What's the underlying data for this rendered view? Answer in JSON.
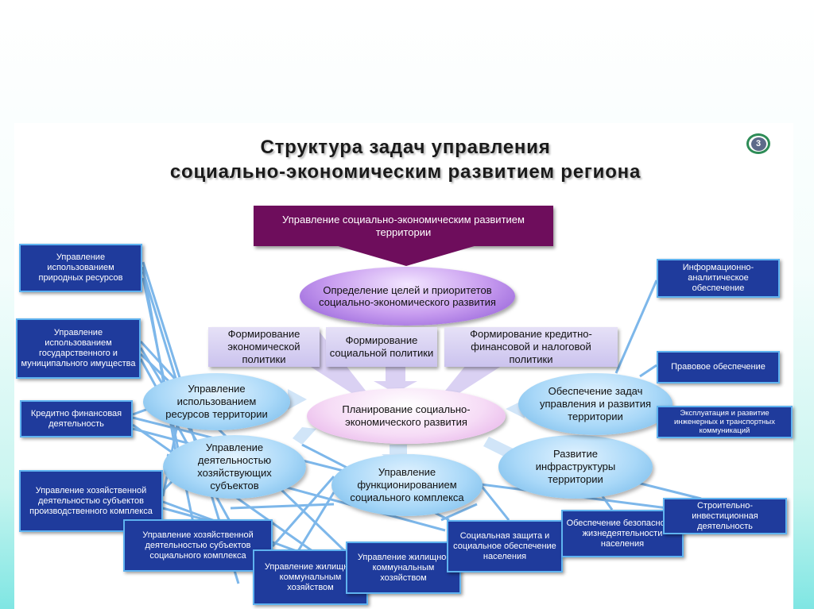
{
  "title": {
    "line1": "Структура  задач  управления",
    "line2": "социально-экономическим развитием региона"
  },
  "slide_number": "3",
  "nodes": {
    "top": "Управление социально-экономическим развитием территории",
    "goals": "Определение целей и приоритетов социально-экономического развития",
    "policy_econ": "Формирование экономической политики",
    "policy_social": "Формирование социальной политики",
    "policy_fin": "Формирование кредитно-финансовой и налоговой политики",
    "planning": "Планирование социально-экономического развития",
    "resources_use": "Управление использованием ресурсов территории",
    "entities": "Управление деятельностью хозяйствующих субъектов",
    "social_complex_func": "Управление функционированием социального комплекса",
    "infrastructure": "Развитие инфраструктуры территории",
    "support": "Обеспечение задач управления и развития территории",
    "natural_resources": "Управление использованием природных ресурсов",
    "property": "Управление использованием государственного и муниципального имущества",
    "credit": "Кредитно финансовая деятельность",
    "production": "Управление хозяйственной деятельностью субъектов производственного комплекса",
    "social_entities": "Управление хозяйственной деятельностью субъектов социального комплекса",
    "housing_1": "Управление жилищно-коммунальным хозяйством",
    "housing_2": "Управление жилищно-коммунальным хозяйством",
    "social_protection": "Социальная защита и социальное обеспечение населения",
    "safety": "Обеспечение безопасности жизнедеятельности населения",
    "construction": "Строительно-инвестиционная деятельность",
    "info": "Информационно-аналитическое обеспечение",
    "legal": "Правовое обеспечение",
    "engineering": "Эксплуатация и развитие инженерных  и транспортных коммуникаций"
  },
  "colors": {
    "top_block": "#6e0d5c",
    "navy_box": "#1f3b9c",
    "connector": "#7db7ea",
    "goal_ellipse": "#a77ae2",
    "blue_ellipse": "#a9d8f8",
    "planning_ellipse": "#f2cdf3"
  }
}
